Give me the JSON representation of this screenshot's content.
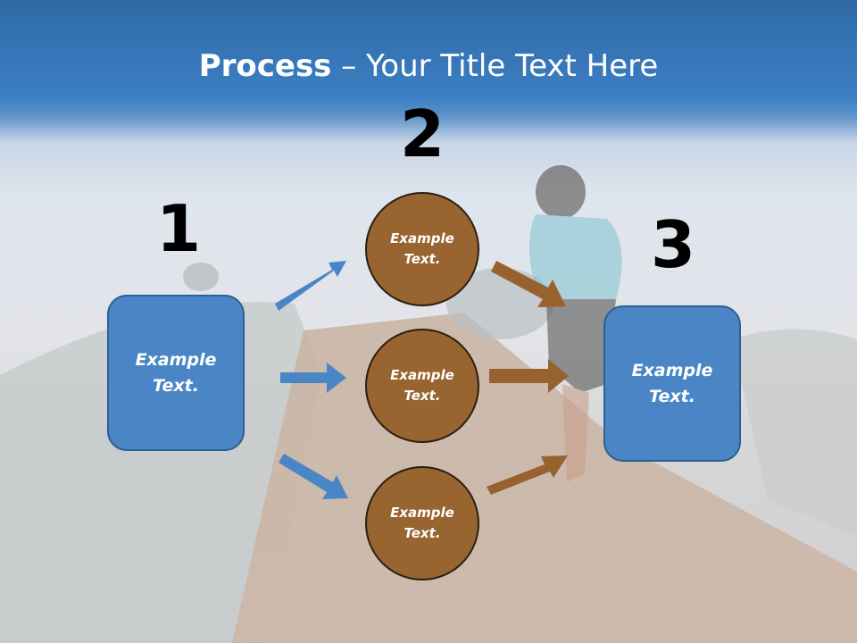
{
  "title": {
    "bold": "Process",
    "rest": " – Your Title Text Here"
  },
  "steps": {
    "one": "1",
    "two": "2",
    "three": "3"
  },
  "left_box": {
    "text": "Example Text."
  },
  "circles": [
    {
      "text": "Example Text."
    },
    {
      "text": "Example Text."
    },
    {
      "text": "Example Text."
    }
  ],
  "right_box": {
    "text": "Example Text."
  },
  "colors": {
    "box_fill": "#4a86c5",
    "circle_fill": "#986430",
    "blue_arrow": "#4a86c5",
    "brown_arrow": "#98622f",
    "title_band": "#3c7fc4"
  }
}
